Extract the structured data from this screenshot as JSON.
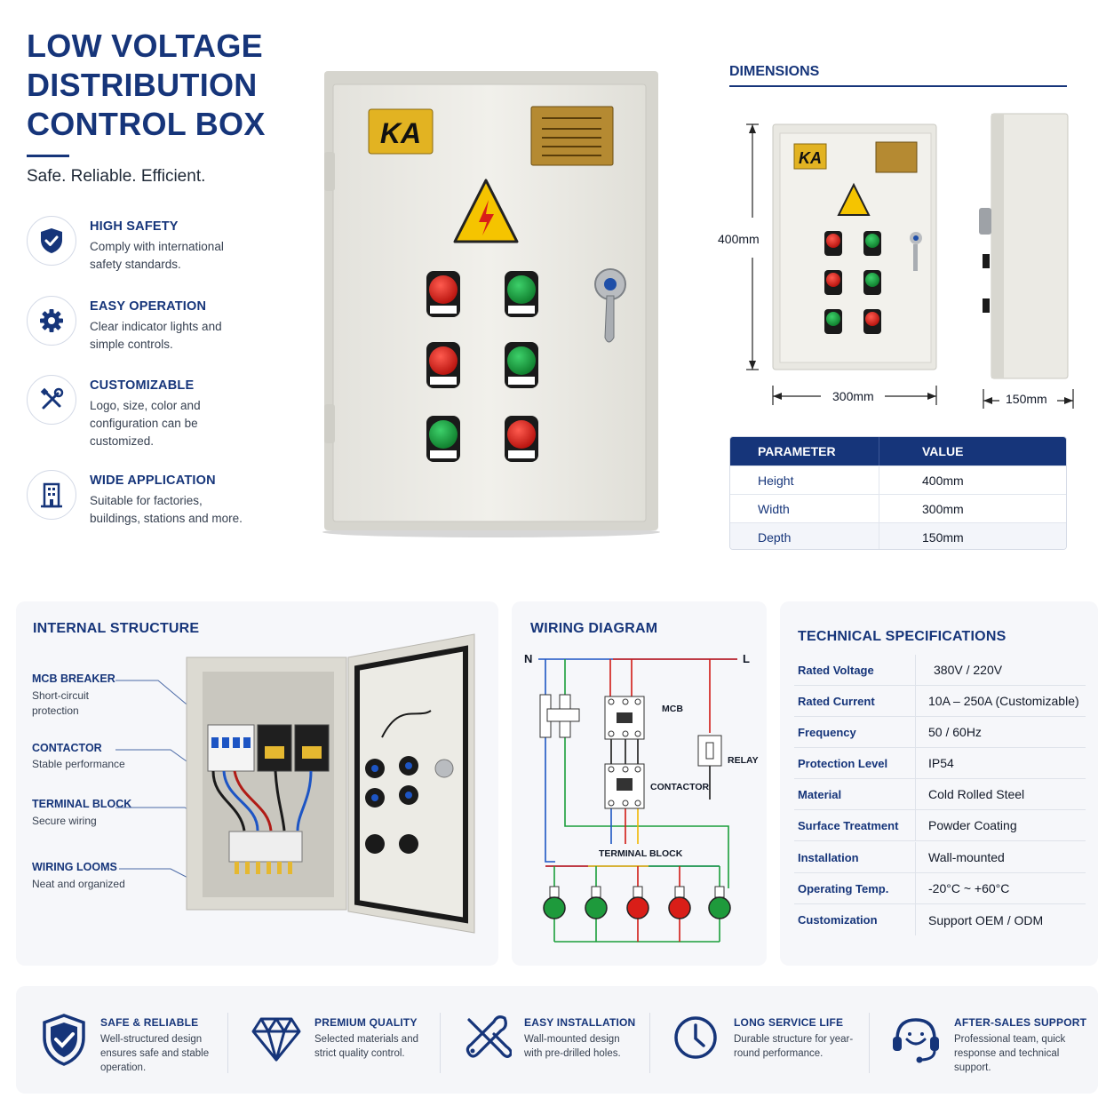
{
  "title": {
    "line1": "LOW VOLTAGE",
    "line2": "DISTRIBUTION",
    "line3": "CONTROL BOX",
    "tagline": "Safe. Reliable. Efficient."
  },
  "features": [
    {
      "title": "HIGH SAFETY",
      "desc": "Comply with international safety standards.",
      "icon": "shield-icon"
    },
    {
      "title": "EASY OPERATION",
      "desc": "Clear indicator lights and simple controls.",
      "icon": "gear-icon"
    },
    {
      "title": "CUSTOMIZABLE",
      "desc": "Logo, size, color and configuration can be customized.",
      "icon": "tools-icon"
    },
    {
      "title": "WIDE APPLICATION",
      "desc": "Suitable for factories, buildings, stations and more.",
      "icon": "building-icon"
    }
  ],
  "product": {
    "logo": "KA"
  },
  "dimensions": {
    "title": "DIMENSIONS",
    "height": "400mm",
    "width": "300mm",
    "depth": "150mm",
    "table_header": {
      "param": "PARAMETER",
      "value": "VALUE"
    },
    "rows": [
      {
        "param": "Height",
        "value": "400mm"
      },
      {
        "param": "Width",
        "value": "300mm"
      },
      {
        "param": "Depth",
        "value": "150mm"
      }
    ]
  },
  "internal": {
    "title": "INTERNAL STRUCTURE",
    "callouts": [
      {
        "title": "MCB BREAKER",
        "desc1": "Short-circuit",
        "desc2": "protection"
      },
      {
        "title": "CONTACTOR",
        "desc1": "Stable performance",
        "desc2": ""
      },
      {
        "title": "TERMINAL BLOCK",
        "desc1": "Secure wiring",
        "desc2": ""
      },
      {
        "title": "WIRING LOOMS",
        "desc1": "Neat and organized",
        "desc2": ""
      }
    ]
  },
  "wiring": {
    "title": "WIRING DIAGRAM",
    "n": "N",
    "l": "L",
    "mcb": "MCB",
    "relay": "RELAY",
    "contactor": "CONTACTOR",
    "terminal": "TERMINAL BLOCK"
  },
  "specs": {
    "title": "TECHNICAL SPECIFICATIONS",
    "rows": [
      {
        "key": "Rated Voltage",
        "value": "380V / 220V"
      },
      {
        "key": "Rated Current",
        "value": "10A – 250A (Customizable)"
      },
      {
        "key": "Frequency",
        "value": "50 / 60Hz"
      },
      {
        "key": "Protection Level",
        "value": "IP54"
      },
      {
        "key": "Material",
        "value": "Cold Rolled Steel"
      },
      {
        "key": "Surface Treatment",
        "value": "Powder Coating"
      },
      {
        "key": "Installation",
        "value": "Wall-mounted"
      },
      {
        "key": "Operating Temp.",
        "value": "-20°C ~ +60°C"
      },
      {
        "key": "Customization",
        "value": "Support OEM / ODM"
      }
    ]
  },
  "bottom": [
    {
      "title": "SAFE & RELIABLE",
      "desc": "Well-structured design ensures safe and stable operation.",
      "icon": "shield-check-icon"
    },
    {
      "title": "PREMIUM QUALITY",
      "desc": "Selected materials and strict quality control.",
      "icon": "diamond-icon"
    },
    {
      "title": "EASY INSTALLATION",
      "desc": "Wall-mounted design with pre-drilled holes.",
      "icon": "wrench-screwdriver-icon"
    },
    {
      "title": "LONG SERVICE LIFE",
      "desc": "Durable structure for year-round performance.",
      "icon": "clock-icon"
    },
    {
      "title": "AFTER-SALES SUPPORT",
      "desc": "Professional team, quick response and technical support.",
      "icon": "headset-icon"
    }
  ],
  "colors": {
    "navy": "#16357a",
    "red": "#d91e18",
    "green": "#1e9a3c",
    "yellow": "#f5c400"
  }
}
